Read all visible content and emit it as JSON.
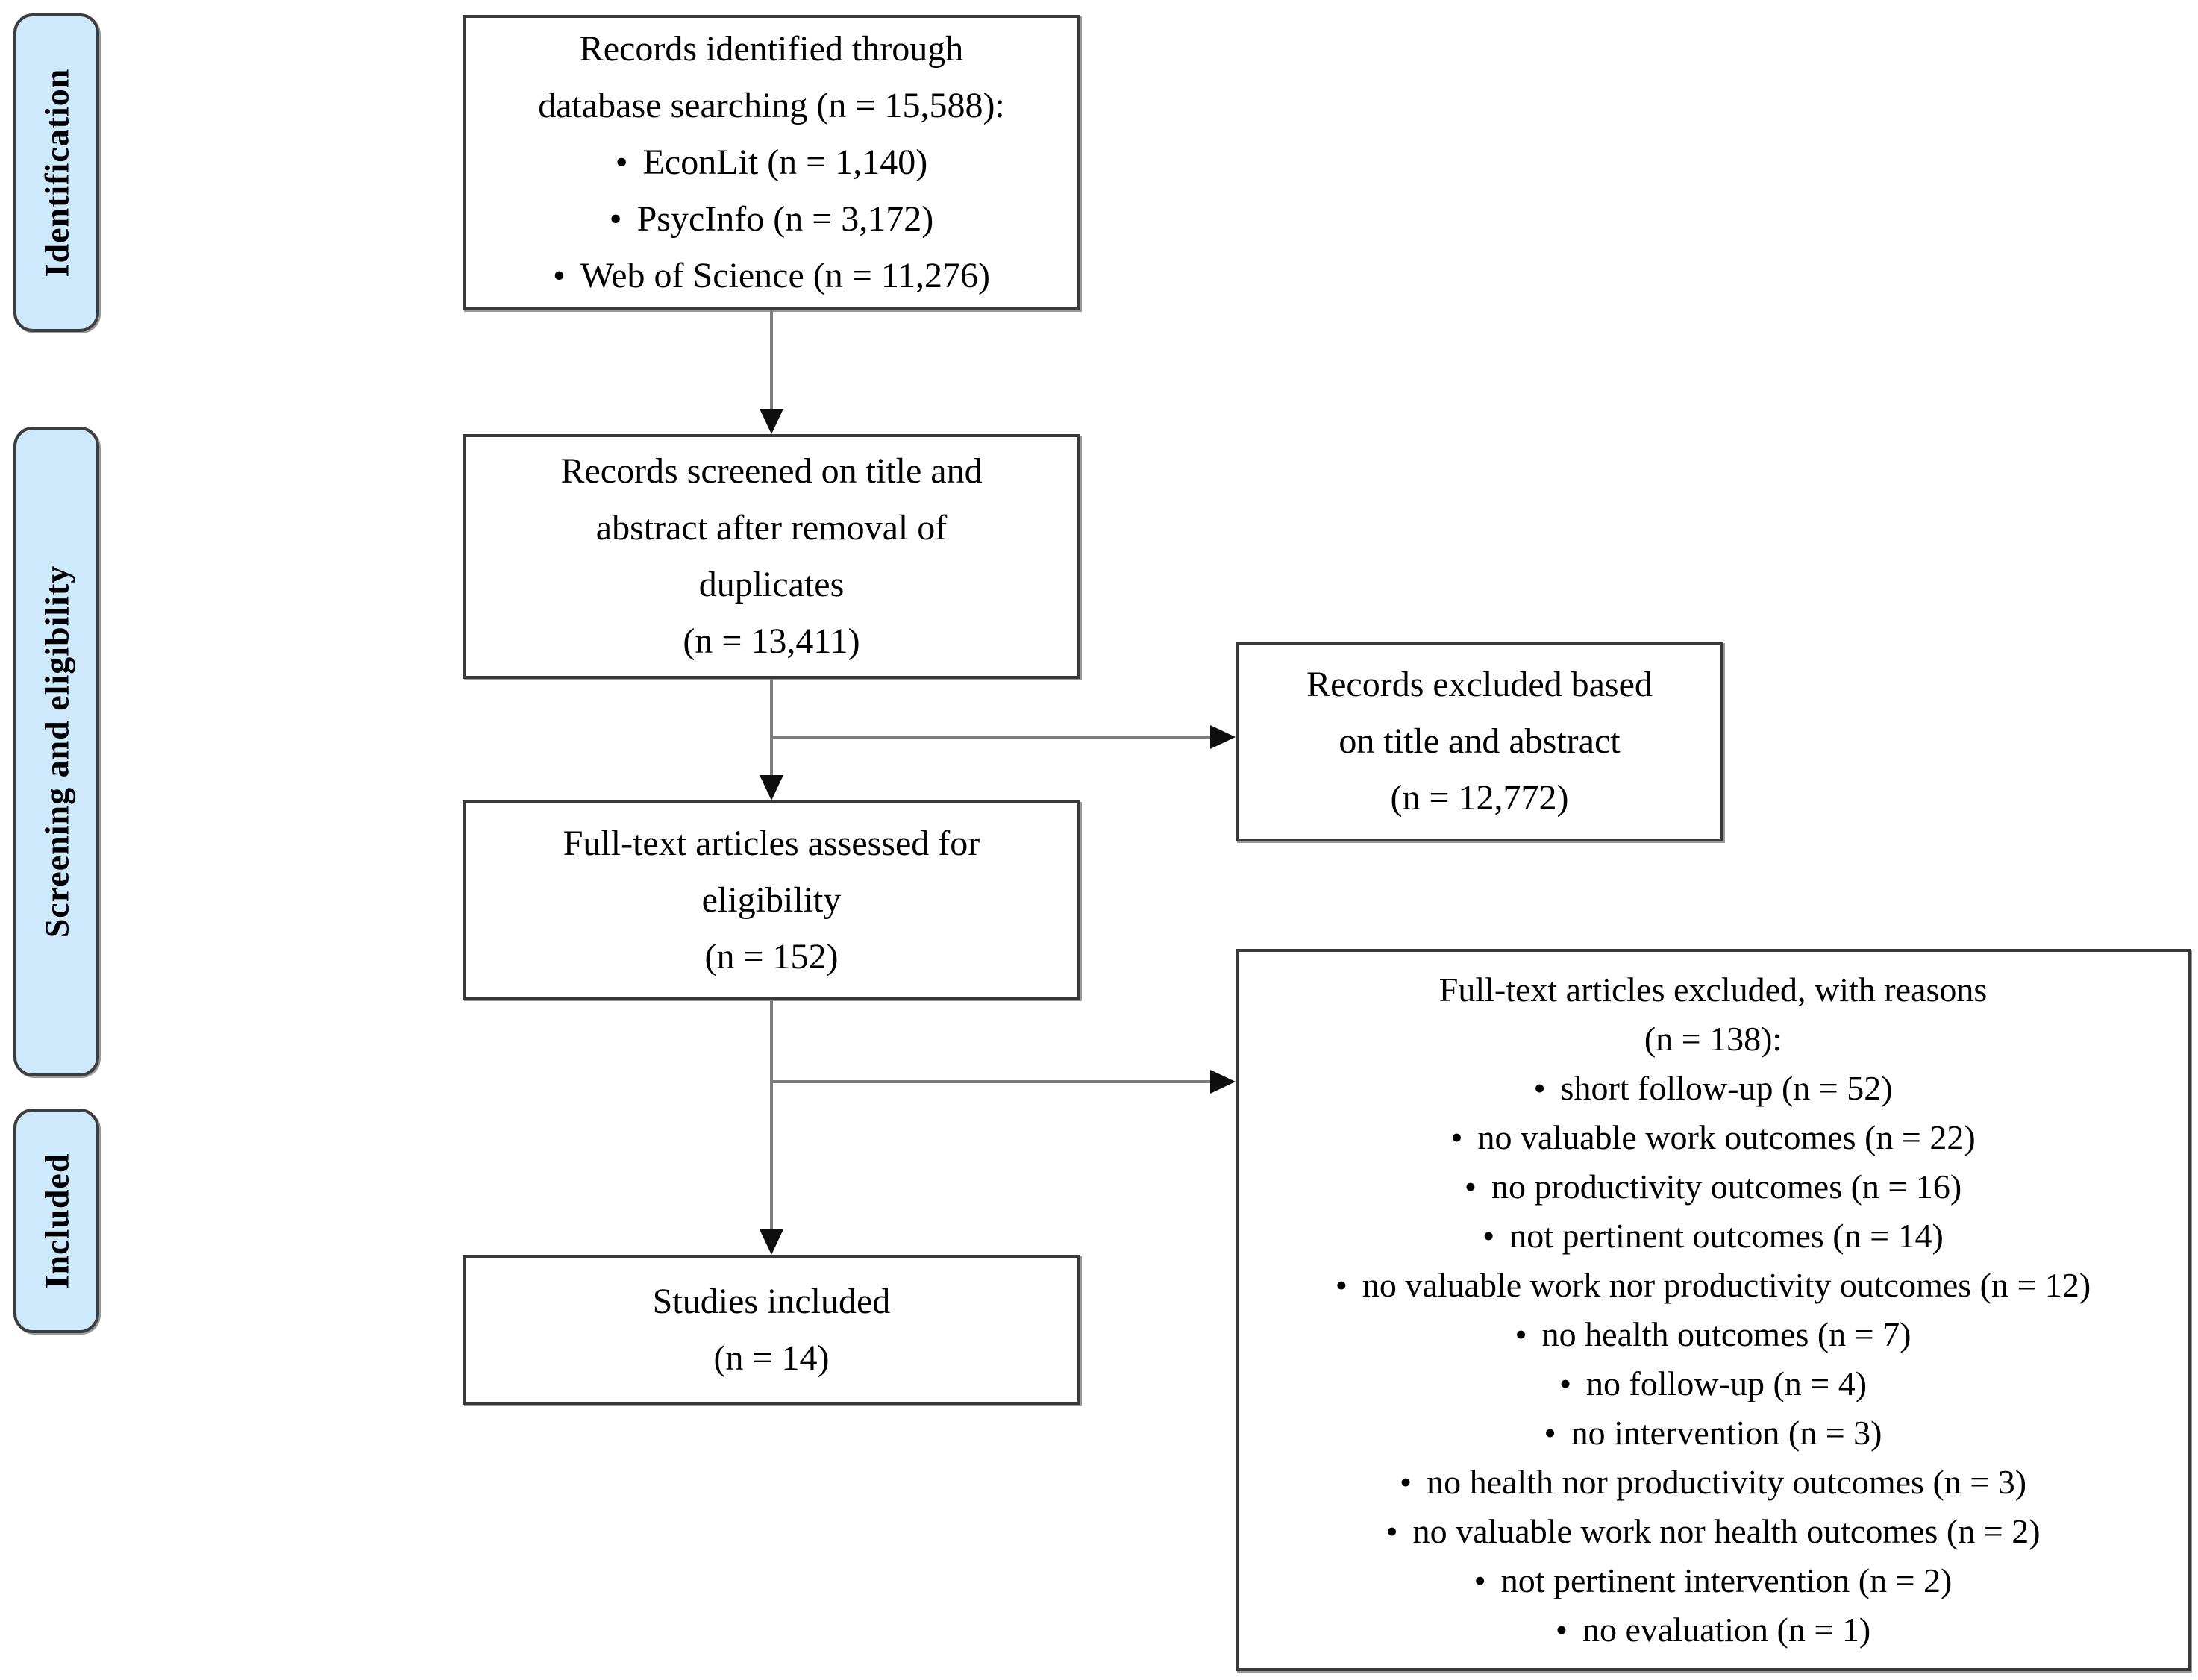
{
  "stages": [
    {
      "label": "Identification"
    },
    {
      "label": "Screening and eligibility"
    },
    {
      "label": "Included"
    }
  ],
  "boxes": {
    "identified": {
      "lines": [
        "Records identified through",
        "database searching (n = 15,588):"
      ],
      "bullets": [
        "EconLit (n = 1,140)",
        "PsycInfo (n = 3,172)",
        "Web of Science (n = 11,276)"
      ]
    },
    "screened": {
      "lines": [
        "Records screened on title and",
        "abstract after removal of",
        "duplicates",
        "(n = 13,411)"
      ]
    },
    "records_excluded": {
      "lines": [
        "Records excluded based",
        "on title and abstract",
        "(n = 12,772)"
      ]
    },
    "fulltext_assessed": {
      "lines": [
        "Full-text articles assessed for",
        "eligibility",
        "(n = 152)"
      ]
    },
    "fulltext_excluded": {
      "title_lines": [
        "Full-text articles excluded, with reasons",
        "(n = 138):"
      ],
      "bullets": [
        "short follow-up (n = 52)",
        "no valuable work outcomes (n = 22)",
        "no productivity outcomes (n = 16)",
        "not pertinent outcomes (n = 14)",
        "no valuable work nor productivity outcomes (n = 12)",
        "no health outcomes (n = 7)",
        "no follow-up (n = 4)",
        "no intervention (n = 3)",
        "no health nor productivity outcomes (n = 3)",
        "no valuable work nor health outcomes (n = 2)",
        "not pertinent intervention (n = 2)",
        "no evaluation (n = 1)"
      ]
    },
    "included": {
      "lines": [
        "Studies included",
        "(n = 14)"
      ]
    }
  },
  "colors": {
    "stage_fill": "#cfe9fc",
    "box_border": "#383838",
    "connector_line": "#7d7d7d",
    "arrowhead": "#0f0f0f"
  }
}
